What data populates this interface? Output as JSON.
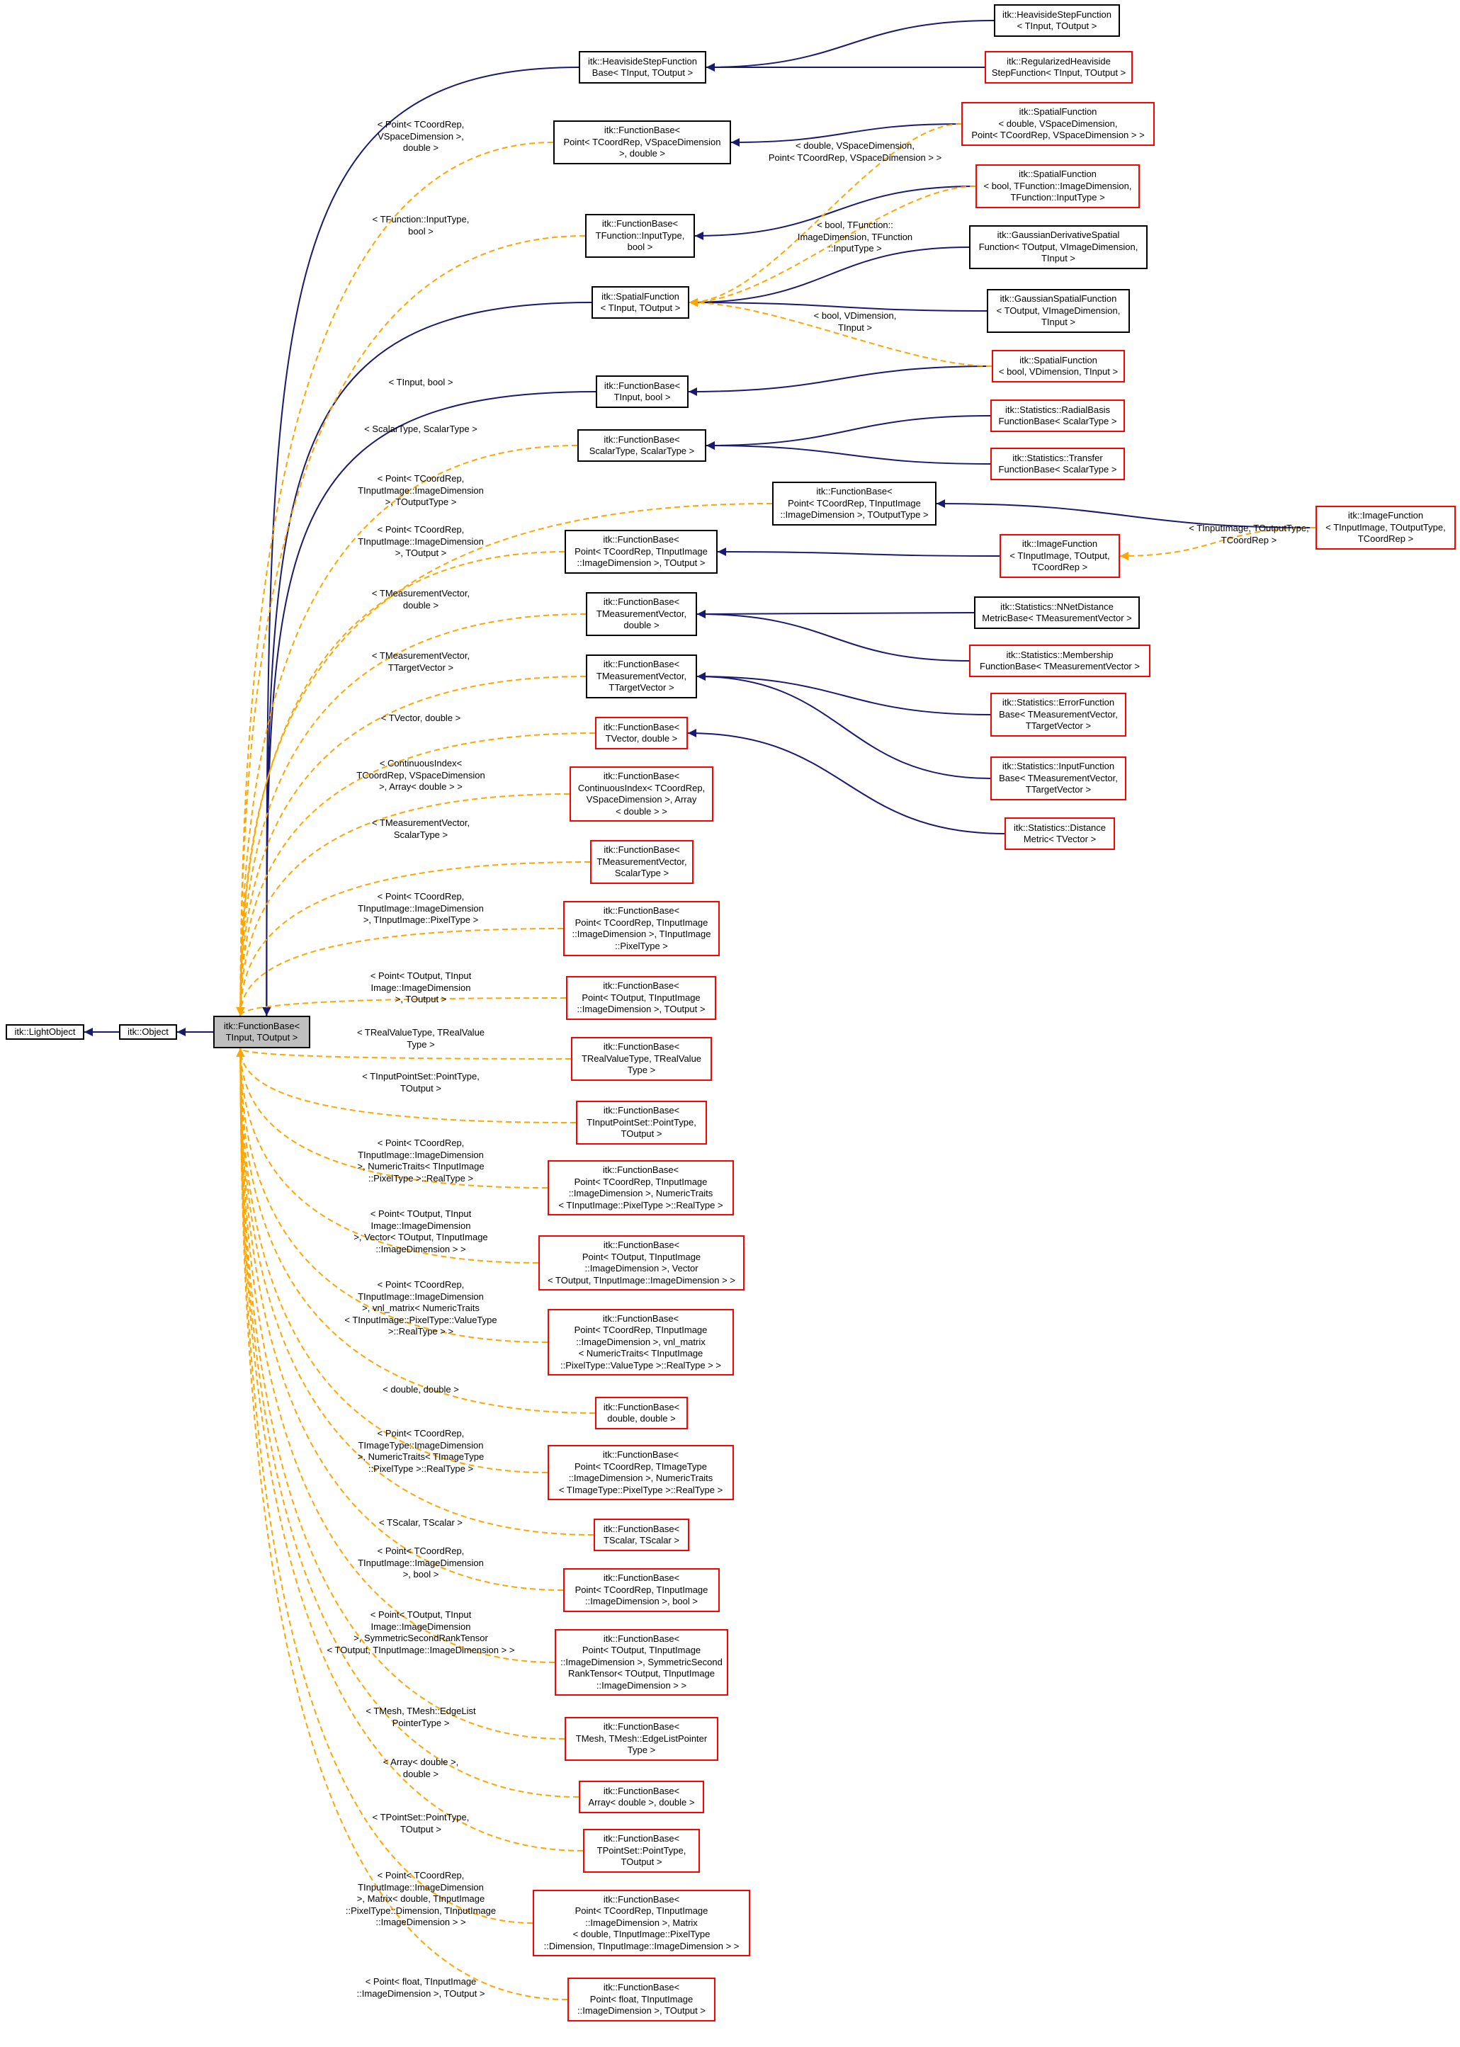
{
  "colors": {
    "inherit": "#191970",
    "template": "#ffa500",
    "node_border": "#000000",
    "doc_border": "#ff0000",
    "focus_fill": "#bfbfbf"
  },
  "nodes": [
    {
      "id": "lightobject",
      "lines": [
        "itk::LightObject"
      ],
      "style": "black"
    },
    {
      "id": "object",
      "lines": [
        "itk::Object"
      ],
      "style": "black"
    },
    {
      "id": "focus",
      "lines": [
        "itk::FunctionBase<",
        "TInput, TOutput >"
      ],
      "style": "gray"
    },
    {
      "id": "hsfb",
      "lines": [
        "itk::HeavisideStepFunction",
        "Base< TInput, TOutput >"
      ],
      "style": "black"
    },
    {
      "id": "hsf",
      "lines": [
        "itk::HeavisideStepFunction",
        "< TInput, TOutput >"
      ],
      "style": "black"
    },
    {
      "id": "rhsf",
      "lines": [
        "itk::RegularizedHeaviside",
        "StepFunction< TInput, TOutput >"
      ],
      "style": "red"
    },
    {
      "id": "fb_point_vsd_double",
      "lines": [
        "itk::FunctionBase<",
        "Point< TCoordRep, VSpaceDimension",
        ">, double >"
      ],
      "style": "black"
    },
    {
      "id": "sf_double",
      "lines": [
        "itk::SpatialFunction",
        "< double, VSpaceDimension,",
        "Point< TCoordRep, VSpaceDimension > >"
      ],
      "style": "red"
    },
    {
      "id": "fb_tfunc_bool",
      "lines": [
        "itk::FunctionBase<",
        "TFunction::InputType,",
        "bool >"
      ],
      "style": "black"
    },
    {
      "id": "sf_bool_tfunc",
      "lines": [
        "itk::SpatialFunction",
        "< bool, TFunction::ImageDimension,",
        "TFunction::InputType >"
      ],
      "style": "red"
    },
    {
      "id": "sf",
      "lines": [
        "itk::SpatialFunction",
        "< TInput, TOutput >"
      ],
      "style": "black"
    },
    {
      "id": "gdsf",
      "lines": [
        "itk::GaussianDerivativeSpatial",
        "Function< TOutput, VImageDimension,",
        "TInput >"
      ],
      "style": "black"
    },
    {
      "id": "gsf",
      "lines": [
        "itk::GaussianSpatialFunction",
        "< TOutput, VImageDimension,",
        "TInput >"
      ],
      "style": "black"
    },
    {
      "id": "sf_bool_vdim",
      "lines": [
        "itk::SpatialFunction",
        "< bool, VDimension, TInput >"
      ],
      "style": "red"
    },
    {
      "id": "fb_tinput_bool",
      "lines": [
        "itk::FunctionBase<",
        "TInput, bool >"
      ],
      "style": "black"
    },
    {
      "id": "fb_scalar",
      "lines": [
        "itk::FunctionBase<",
        "ScalarType, ScalarType >"
      ],
      "style": "black"
    },
    {
      "id": "rbf",
      "lines": [
        "itk::Statistics::RadialBasis",
        "FunctionBase< ScalarType >"
      ],
      "style": "red"
    },
    {
      "id": "tfb",
      "lines": [
        "itk::Statistics::Transfer",
        "FunctionBase< ScalarType >"
      ],
      "style": "red"
    },
    {
      "id": "fb_point_img_outtype",
      "lines": [
        "itk::FunctionBase<",
        "Point< TCoordRep, TInputImage",
        "::ImageDimension >, TOutputType >"
      ],
      "style": "black"
    },
    {
      "id": "if_outtype",
      "lines": [
        "itk::ImageFunction",
        "< TInputImage, TOutputType,",
        "TCoordRep >"
      ],
      "style": "red"
    },
    {
      "id": "fb_point_img_out",
      "lines": [
        "itk::FunctionBase<",
        "Point< TCoordRep, TInputImage",
        "::ImageDimension >, TOutput >"
      ],
      "style": "black"
    },
    {
      "id": "if_out",
      "lines": [
        "itk::ImageFunction",
        "< TInputImage, TOutput,",
        "TCoordRep >"
      ],
      "style": "red"
    },
    {
      "id": "fb_meas_double",
      "lines": [
        "itk::FunctionBase<",
        "TMeasurementVector,",
        "double >"
      ],
      "style": "black"
    },
    {
      "id": "nndm",
      "lines": [
        "itk::Statistics::NNetDistance",
        "MetricBase< TMeasurementVector >"
      ],
      "style": "black"
    },
    {
      "id": "mfb",
      "lines": [
        "itk::Statistics::Membership",
        "FunctionBase< TMeasurementVector >"
      ],
      "style": "red"
    },
    {
      "id": "fb_meas_target",
      "lines": [
        "itk::FunctionBase<",
        "TMeasurementVector,",
        "TTargetVector >"
      ],
      "style": "black"
    },
    {
      "id": "efb",
      "lines": [
        "itk::Statistics::ErrorFunction",
        "Base< TMeasurementVector,",
        "TTargetVector >"
      ],
      "style": "red"
    },
    {
      "id": "ifb",
      "lines": [
        "itk::Statistics::InputFunction",
        "Base< TMeasurementVector,",
        "TTargetVector >"
      ],
      "style": "red"
    },
    {
      "id": "fb_tvector",
      "lines": [
        "itk::FunctionBase<",
        "TVector, double >"
      ],
      "style": "red"
    },
    {
      "id": "dm",
      "lines": [
        "itk::Statistics::Distance",
        "Metric< TVector >"
      ],
      "style": "red"
    },
    {
      "id": "fb_contidx",
      "lines": [
        "itk::FunctionBase<",
        "ContinuousIndex< TCoordRep,",
        "VSpaceDimension >, Array",
        "< double > >"
      ],
      "style": "red"
    },
    {
      "id": "fb_meas_scalar",
      "lines": [
        "itk::FunctionBase<",
        "TMeasurementVector,",
        "ScalarType >"
      ],
      "style": "red"
    },
    {
      "id": "fb_point_pixel",
      "lines": [
        "itk::FunctionBase<",
        "Point< TCoordRep, TInputImage",
        "::ImageDimension >, TInputImage",
        "::PixelType >"
      ],
      "style": "red"
    },
    {
      "id": "fb_pointout_out",
      "lines": [
        "itk::FunctionBase<",
        "Point< TOutput, TInputImage",
        "::ImageDimension >, TOutput >"
      ],
      "style": "red"
    },
    {
      "id": "fb_realvalue",
      "lines": [
        "itk::FunctionBase<",
        "TRealValueType, TRealValue",
        "Type >"
      ],
      "style": "red"
    },
    {
      "id": "fb_pointset_out",
      "lines": [
        "itk::FunctionBase<",
        "TInputPointSet::PointType,",
        "TOutput >"
      ],
      "style": "red"
    },
    {
      "id": "fb_point_realtype",
      "lines": [
        "itk::FunctionBase<",
        "Point< TCoordRep, TInputImage",
        "::ImageDimension >, NumericTraits",
        "< TInputImage::PixelType >::RealType >"
      ],
      "style": "red"
    },
    {
      "id": "fb_point_vector",
      "lines": [
        "itk::FunctionBase<",
        "Point< TOutput, TInputImage",
        "::ImageDimension >, Vector",
        "< TOutput, TInputImage::ImageDimension > >"
      ],
      "style": "red"
    },
    {
      "id": "fb_point_vnl",
      "lines": [
        "itk::FunctionBase<",
        "Point< TCoordRep, TInputImage",
        "::ImageDimension >, vnl_matrix",
        "< NumericTraits< TInputImage",
        "::PixelType::ValueType >::RealType > >"
      ],
      "style": "red"
    },
    {
      "id": "fb_double_double",
      "lines": [
        "itk::FunctionBase<",
        "double, double >"
      ],
      "style": "red"
    },
    {
      "id": "fb_point_timg",
      "lines": [
        "itk::FunctionBase<",
        "Point< TCoordRep, TImageType",
        "::ImageDimension >, NumericTraits",
        "< TImageType::PixelType >::RealType >"
      ],
      "style": "red"
    },
    {
      "id": "fb_tscalar",
      "lines": [
        "itk::FunctionBase<",
        "TScalar, TScalar >"
      ],
      "style": "red"
    },
    {
      "id": "fb_point_bool",
      "lines": [
        "itk::FunctionBase<",
        "Point< TCoordRep, TInputImage",
        "::ImageDimension >, bool >"
      ],
      "style": "red"
    },
    {
      "id": "fb_point_symm",
      "lines": [
        "itk::FunctionBase<",
        "Point< TOutput, TInputImage",
        "::ImageDimension >, SymmetricSecond",
        "RankTensor< TOutput, TInputImage",
        "::ImageDimension > >"
      ],
      "style": "red"
    },
    {
      "id": "fb_tmesh",
      "lines": [
        "itk::FunctionBase<",
        "TMesh, TMesh::EdgeListPointer",
        "Type >"
      ],
      "style": "red"
    },
    {
      "id": "fb_array",
      "lines": [
        "itk::FunctionBase<",
        "Array< double >, double >"
      ],
      "style": "red"
    },
    {
      "id": "fb_tpointset",
      "lines": [
        "itk::FunctionBase<",
        "TPointSet::PointType,",
        "TOutput >"
      ],
      "style": "red"
    },
    {
      "id": "fb_point_matrix",
      "lines": [
        "itk::FunctionBase<",
        "Point< TCoordRep, TInputImage",
        "::ImageDimension >, Matrix",
        "< double, TInputImage::PixelType",
        "::Dimension, TInputImage::ImageDimension > >"
      ],
      "style": "red"
    },
    {
      "id": "fb_pointfloat",
      "lines": [
        "itk::FunctionBase<",
        "Point< float, TInputImage",
        "::ImageDimension >, TOutput >"
      ],
      "style": "red"
    }
  ],
  "edge_labels": [
    {
      "id": "l_point_vsd_double",
      "lines": [
        "< Point< TCoordRep,",
        "VSpaceDimension >,",
        "double >"
      ]
    },
    {
      "id": "l_sf_double",
      "lines": [
        "< double, VSpaceDimension,",
        "Point< TCoordRep, VSpaceDimension > >"
      ]
    },
    {
      "id": "l_tfunc_bool",
      "lines": [
        "< TFunction::InputType,",
        "bool >"
      ]
    },
    {
      "id": "l_sf_bool_tfunc",
      "lines": [
        "< bool, TFunction::",
        "ImageDimension, TFunction",
        "::InputType >"
      ]
    },
    {
      "id": "l_sf_bool_vdim",
      "lines": [
        "< bool, VDimension,",
        "TInput >"
      ]
    },
    {
      "id": "l_tinput_bool",
      "lines": [
        "< TInput, bool >"
      ]
    },
    {
      "id": "l_scalar",
      "lines": [
        "< ScalarType, ScalarType >"
      ]
    },
    {
      "id": "l_point_img_outtype",
      "lines": [
        "< Point< TCoordRep,",
        "TInputImage::ImageDimension",
        ">, TOutputType >"
      ]
    },
    {
      "id": "l_if_out",
      "lines": [
        "< TInputImage, TOutputType,",
        "TCoordRep >"
      ]
    },
    {
      "id": "l_point_img_out",
      "lines": [
        "< Point< TCoordRep,",
        "TInputImage::ImageDimension",
        ">, TOutput >"
      ]
    },
    {
      "id": "l_meas_double",
      "lines": [
        "< TMeasurementVector,",
        "double >"
      ]
    },
    {
      "id": "l_meas_target",
      "lines": [
        "< TMeasurementVector,",
        "TTargetVector >"
      ]
    },
    {
      "id": "l_tvector",
      "lines": [
        "< TVector, double >"
      ]
    },
    {
      "id": "l_contidx",
      "lines": [
        "< ContinuousIndex<",
        "TCoordRep, VSpaceDimension",
        ">, Array< double > >"
      ]
    },
    {
      "id": "l_meas_scalar",
      "lines": [
        "< TMeasurementVector,",
        "ScalarType >"
      ]
    },
    {
      "id": "l_point_pixel",
      "lines": [
        "< Point< TCoordRep,",
        "TInputImage::ImageDimension",
        ">, TInputImage::PixelType >"
      ]
    },
    {
      "id": "l_pointout_out",
      "lines": [
        "< Point< TOutput, TInput",
        "Image::ImageDimension",
        ">, TOutput >"
      ]
    },
    {
      "id": "l_realvalue",
      "lines": [
        "< TRealValueType, TRealValue",
        "Type >"
      ]
    },
    {
      "id": "l_pointset_out",
      "lines": [
        "< TInputPointSet::PointType,",
        "TOutput >"
      ]
    },
    {
      "id": "l_point_realtype",
      "lines": [
        "< Point< TCoordRep,",
        "TInputImage::ImageDimension",
        ">, NumericTraits< TInputImage",
        "::PixelType >::RealType >"
      ]
    },
    {
      "id": "l_point_vector",
      "lines": [
        "< Point< TOutput, TInput",
        "Image::ImageDimension",
        ">, Vector< TOutput, TInputImage",
        "::ImageDimension > >"
      ]
    },
    {
      "id": "l_point_vnl",
      "lines": [
        "< Point< TCoordRep,",
        "TInputImage::ImageDimension",
        ">, vnl_matrix< NumericTraits",
        "< TInputImage::PixelType::ValueType",
        ">::RealType > >"
      ]
    },
    {
      "id": "l_double_double",
      "lines": [
        "< double, double >"
      ]
    },
    {
      "id": "l_point_timg",
      "lines": [
        "< Point< TCoordRep,",
        "TImageType::ImageDimension",
        ">, NumericTraits< TImageType",
        "::PixelType >::RealType >"
      ]
    },
    {
      "id": "l_tscalar",
      "lines": [
        "< TScalar, TScalar >"
      ]
    },
    {
      "id": "l_point_bool",
      "lines": [
        "< Point< TCoordRep,",
        "TInputImage::ImageDimension",
        ">, bool >"
      ]
    },
    {
      "id": "l_point_symm",
      "lines": [
        "< Point< TOutput, TInput",
        "Image::ImageDimension",
        ">, SymmetricSecondRankTensor",
        "< TOutput, TInputImage::ImageDimension > >"
      ]
    },
    {
      "id": "l_tmesh",
      "lines": [
        "< TMesh, TMesh::EdgeList",
        "PointerType >"
      ]
    },
    {
      "id": "l_array",
      "lines": [
        "< Array< double >,",
        "double >"
      ]
    },
    {
      "id": "l_tpointset",
      "lines": [
        "< TPointSet::PointType,",
        "TOutput >"
      ]
    },
    {
      "id": "l_point_matrix",
      "lines": [
        "< Point< TCoordRep,",
        "TInputImage::ImageDimension",
        ">, Matrix< double, TInputImage",
        "::PixelType::Dimension, TInputImage",
        "::ImageDimension > >"
      ]
    },
    {
      "id": "l_pointfloat",
      "lines": [
        "< Point< float, TInputImage",
        "::ImageDimension >, TOutput >"
      ]
    }
  ]
}
